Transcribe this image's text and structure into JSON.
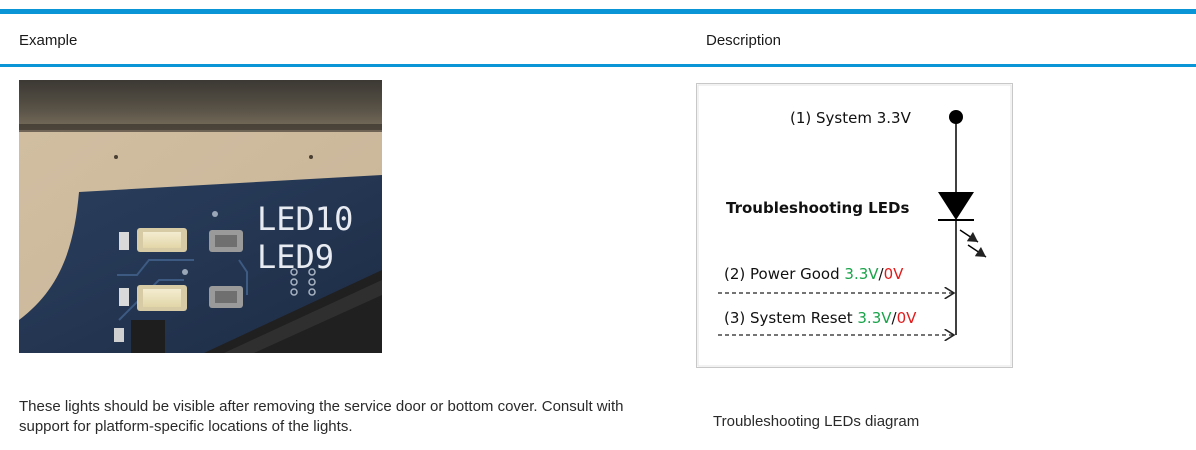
{
  "table": {
    "header_example": "Example",
    "header_description": "Description"
  },
  "photo": {
    "label_led10": "LED10",
    "label_led9": "LED9"
  },
  "diagram": {
    "system_label": "(1) System 3.3V",
    "leds_label": "Troubleshooting LEDs",
    "power_good_prefix": "(2) Power Good ",
    "power_good_high": "3.3V",
    "power_good_sep": "/",
    "power_good_low": "0V",
    "system_reset_prefix": "(3) System Reset ",
    "system_reset_high": "3.3V",
    "system_reset_sep": "/",
    "system_reset_low": "0V",
    "colors": {
      "high": "#1aa34a",
      "low": "#e31b1b"
    }
  },
  "captions": {
    "example": "These lights should be visible after removing the service door or bottom cover. Consult with support for platform-specific locations of the lights.",
    "description": "Troubleshooting LEDs diagram"
  },
  "colors": {
    "accent": "#0a96d6"
  }
}
